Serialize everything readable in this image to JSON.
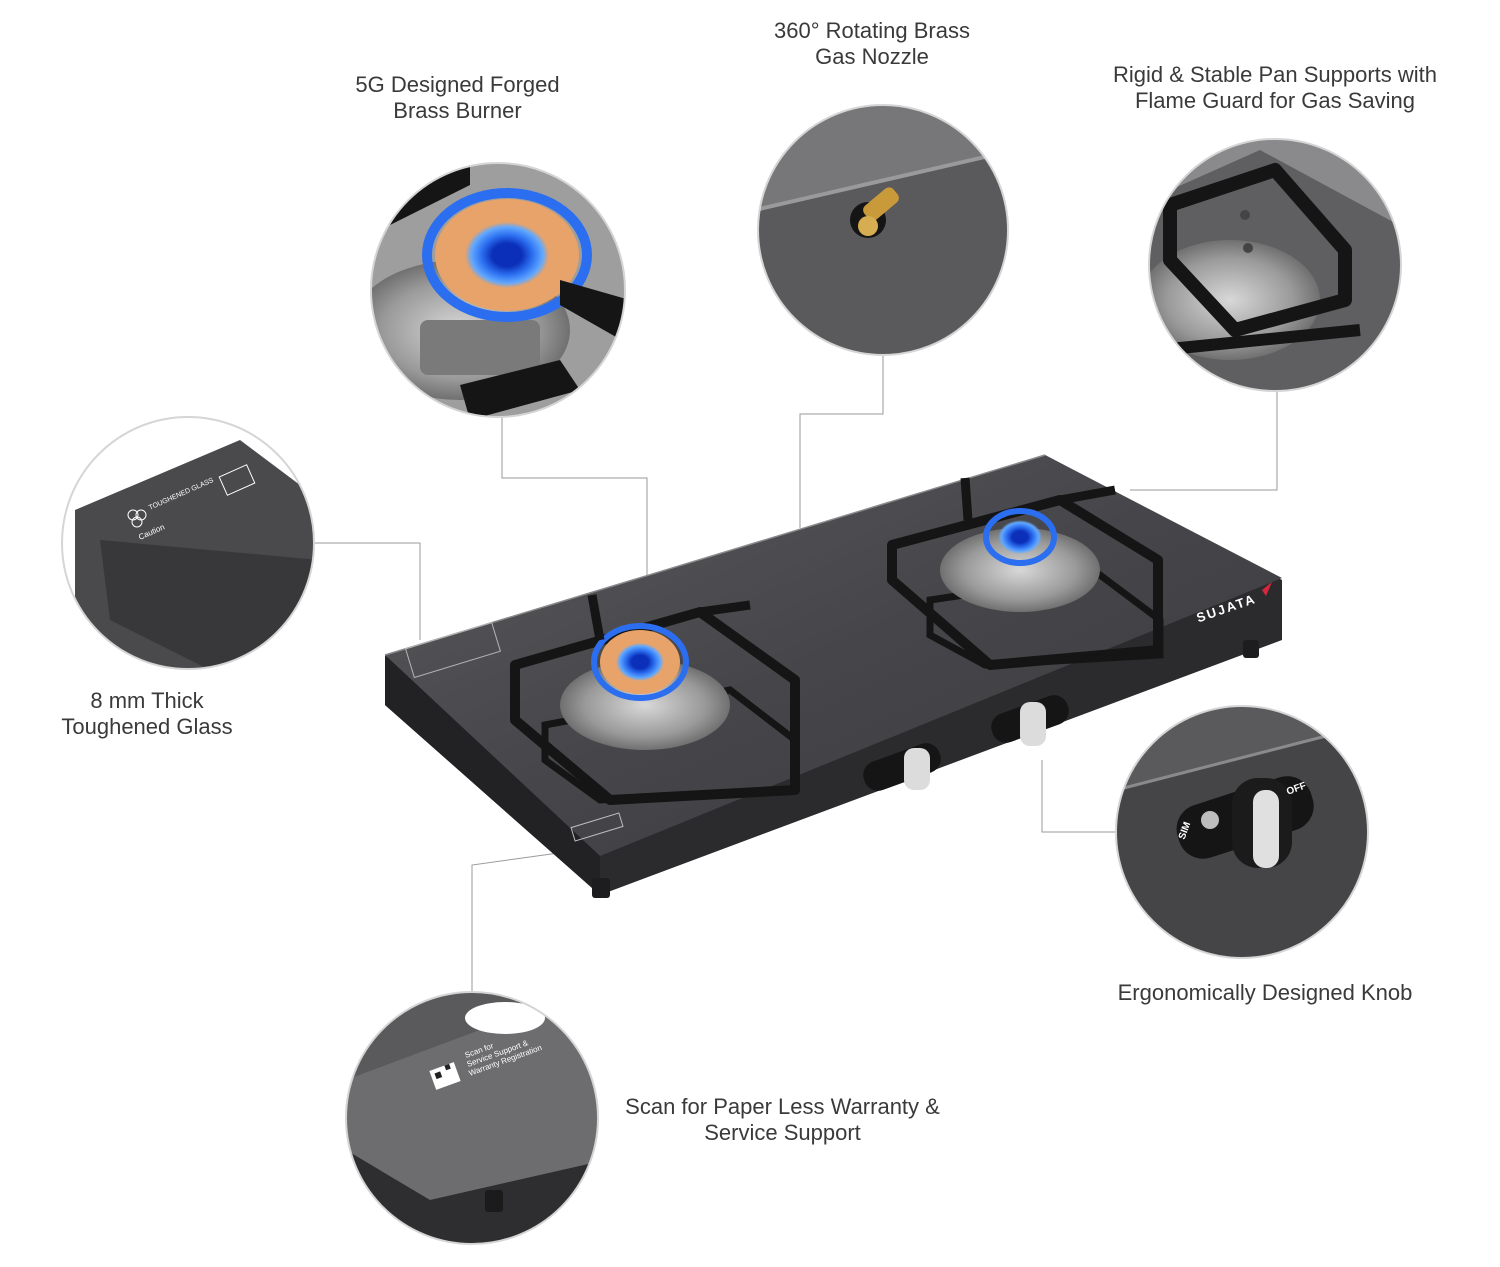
{
  "features": {
    "burner": {
      "line1": "5G Designed Forged",
      "line2": "Brass Burner"
    },
    "nozzle": {
      "line1": "360° Rotating Brass",
      "line2": "Gas Nozzle"
    },
    "pan_supports": {
      "line1": "Rigid & Stable Pan Supports with",
      "line2": "Flame Guard for Gas Saving"
    },
    "glass": {
      "line1": "8 mm Thick",
      "line2": "Toughened Glass"
    },
    "knob": {
      "line1": "Ergonomically Designed Knob"
    },
    "warranty": {
      "line1": "Scan for Paper Less Warranty &",
      "line2": "Service Support"
    }
  },
  "product": {
    "brand": "SUJATA",
    "knob_labels": {
      "sim": "SIM",
      "off": "OFF"
    },
    "glass_badge": {
      "title": "TOUGHENED GLASS",
      "caution": "Caution"
    },
    "qr_label": {
      "line1": "Scan for",
      "line2": "Service Support &",
      "line3": "Warranty Registration"
    }
  },
  "colors": {
    "glass": "#4a4a4c",
    "frame": "#2b2b2d",
    "flame": "#1f5fe0",
    "brass_ring": "#e8a36a",
    "leader_line": "#9a9a9a"
  }
}
